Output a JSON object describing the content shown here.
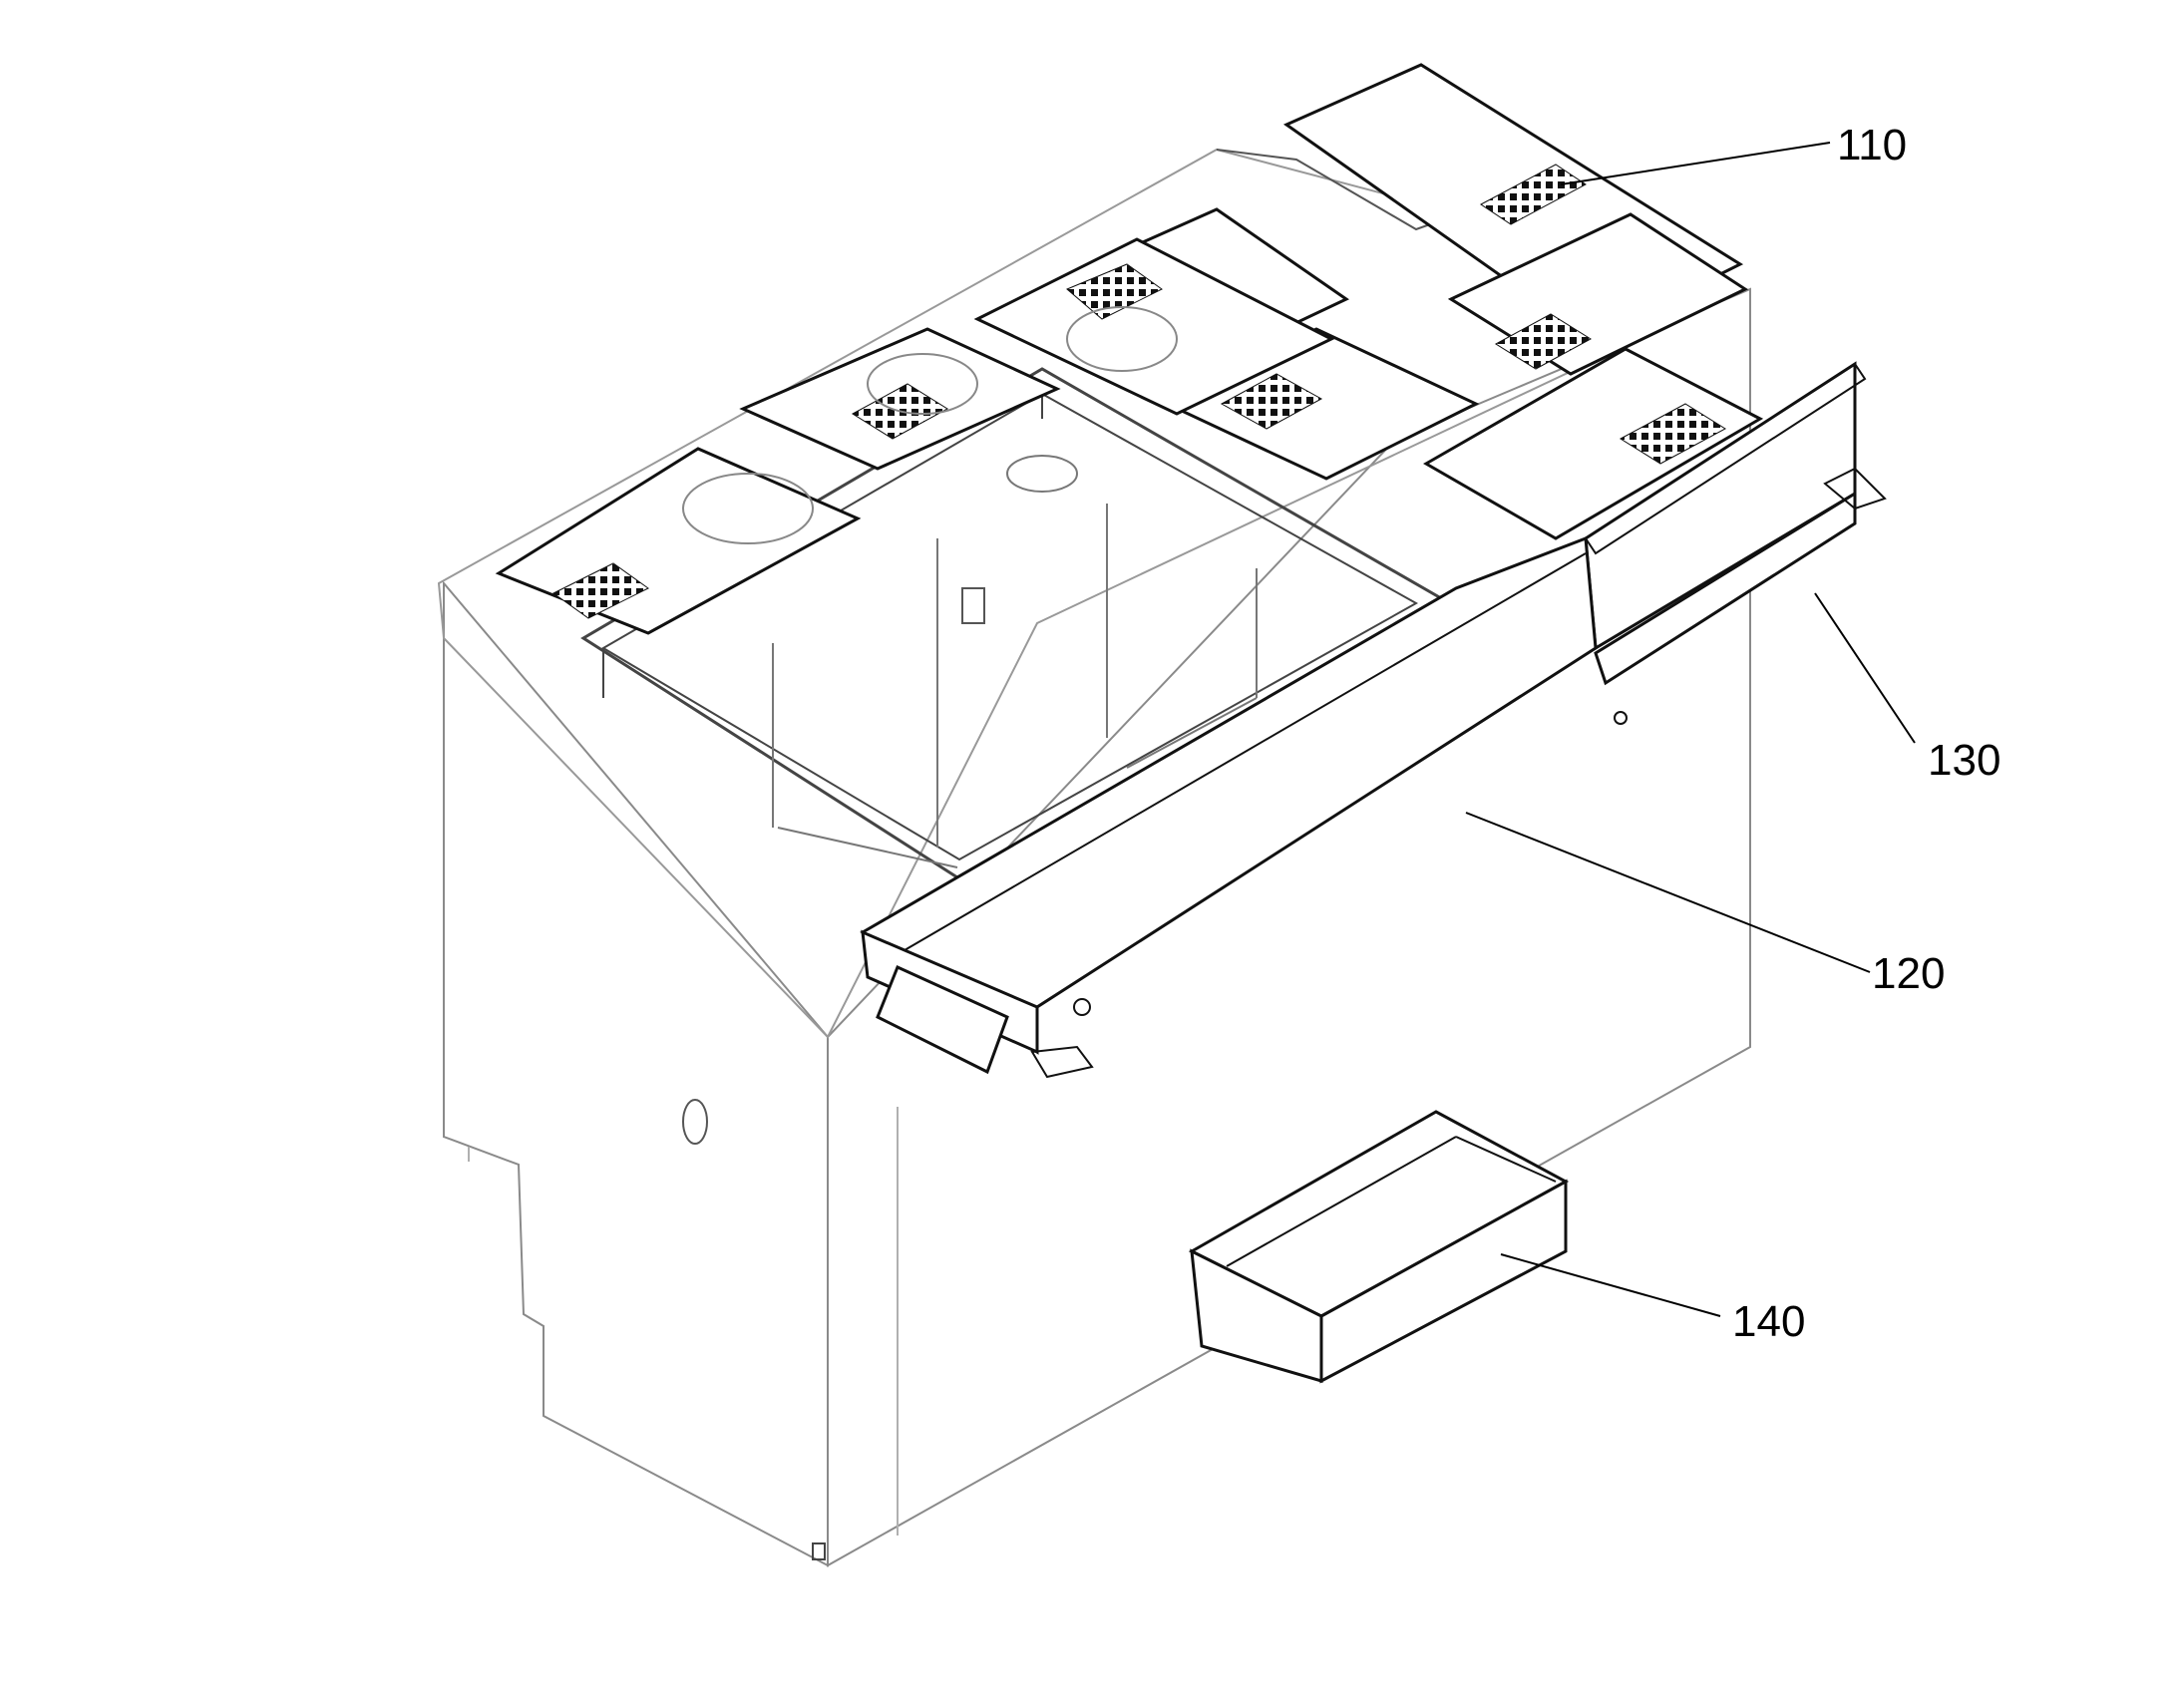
{
  "figure": {
    "labels": {
      "top_panel": "110",
      "front_trough": "120",
      "rear_trough": "130",
      "lower_tray": "140"
    }
  }
}
